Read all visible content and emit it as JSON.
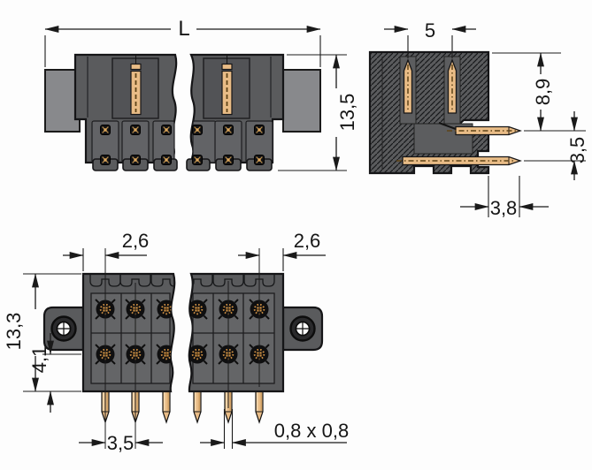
{
  "drawing": {
    "type": "technical-drawing",
    "subject": "pcb-header-connector-dimensional-drawing",
    "colors": {
      "background": "#fdfdfd",
      "line": "#1a1a1a",
      "housing": "#5a5b5d",
      "flange_light": "#88898c",
      "pin": "#e9bc86",
      "contact_accent": "#cf9145",
      "hole_fill": "#fbfbfb"
    },
    "views": {
      "side": {
        "length_label": "L",
        "height_label": "13,5"
      },
      "section": {
        "pitch_label": "5",
        "depth_label": "8,9",
        "row_offset_label": "3,5",
        "tail_label": "3,8"
      },
      "front": {
        "edge_left_label": "2,6",
        "edge_right_label": "2,6",
        "height_label": "13,3",
        "row_offset_label": "4,1",
        "pitch_label": "3,5",
        "pin_section_label": "0,8 x 0,8"
      }
    }
  }
}
